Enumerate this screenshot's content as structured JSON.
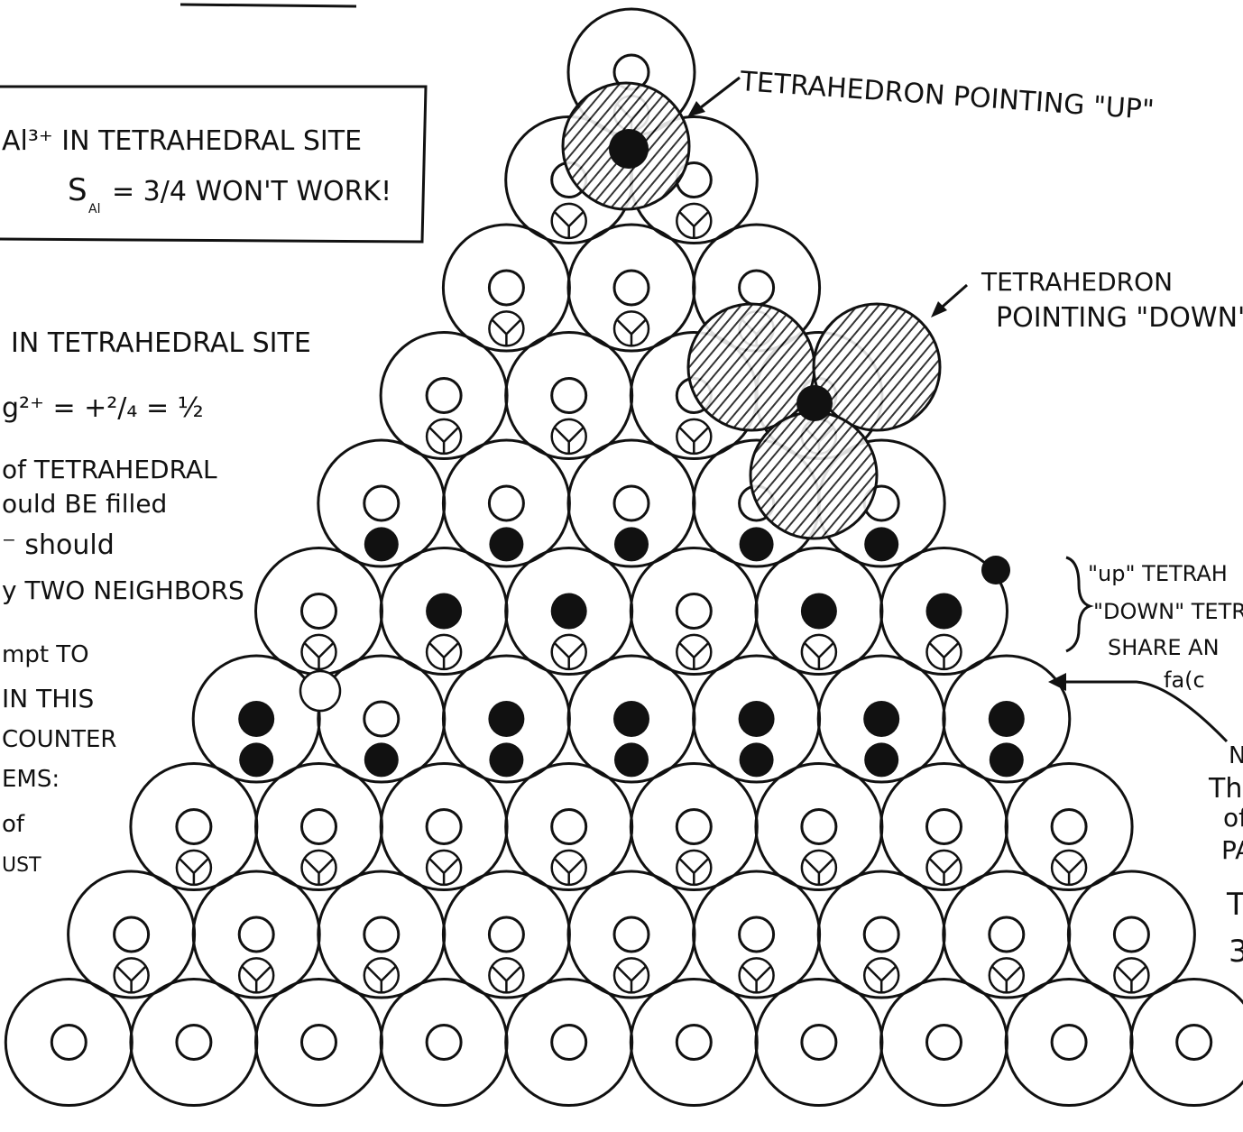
{
  "notes": {
    "box_line1": "Al³⁺ IN TETRAHEDRAL SITE",
    "box_line2": "S",
    "box_line2_sub": "Al",
    "box_line2_rest": "= 3/4  WON'T WORK!",
    "label_up": "TETRAHEDRON POINTING \"UP\"",
    "label_down_1": "TETRAHEDRON",
    "label_down_2": "POINTING \"DOWN\"",
    "left_1": "IN TETRAHEDRAL SITE",
    "left_2": "g²⁺ = +²/₄ = ½",
    "left_3": "of TETRAHEDRAL",
    "left_4": "ould BE filled",
    "left_5": "⁻ should",
    "left_6": "y TWO NEIGHBORS",
    "left_7": "mpt TO",
    "left_8": "IN THIS",
    "left_9": "COUNTER",
    "left_10": "EMS:",
    "left_11": "of",
    "left_12": "UST",
    "right_1": "\"up\" TETRAH",
    "right_2": "\"DOWN\" TETR",
    "right_3": "SHARE AN",
    "right_4": "fa(c",
    "right_5": "N",
    "right_6": "Thi",
    "right_7": "of",
    "right_8": "PA",
    "right_9": "T",
    "right_10": "3"
  },
  "colors": {
    "ink": "#111111",
    "paper": "#ffffff",
    "hatch_fill": "#9a9a9a"
  },
  "icons": [
    "arrow-up-label",
    "arrow-down-label",
    "arrow-right-note",
    "brace-right"
  ]
}
